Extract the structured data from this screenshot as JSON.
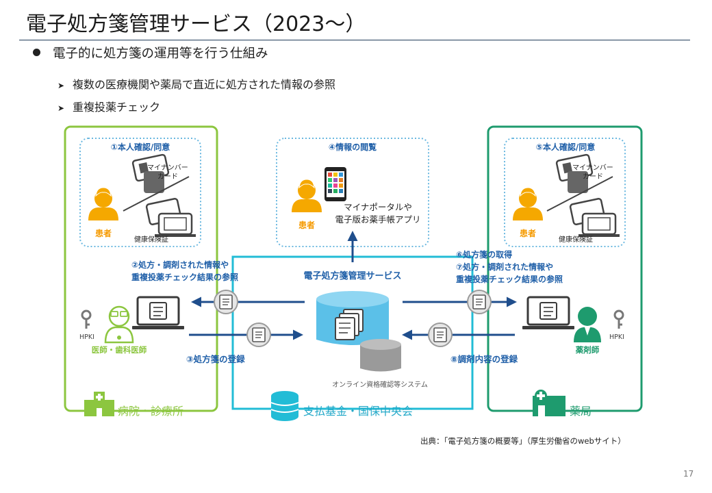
{
  "title": "電子処方箋管理サービス（2023～）",
  "bullets": {
    "main": "電子的に処方箋の運用等を行う仕組み",
    "subs": [
      "複数の医療機関や薬局で直近に処方された情報の参照",
      "重複投薬チェック"
    ]
  },
  "diagram": {
    "left_panel": {
      "step1": "①本人確認/同意",
      "patient": "患者",
      "mynumber_line1": "マイナンバー",
      "mynumber_line2": "カード",
      "insurance": "健康保険証",
      "hpki": "HPKI",
      "doctor": "医師・歯科医師",
      "facility": "病院・診療所"
    },
    "center_top": {
      "step4": "④情報の閲覧",
      "patient": "患者",
      "app_line1": "マイナポータルや",
      "app_line2": "電子版お薬手帳アプリ"
    },
    "right_panel": {
      "step5": "⑤本人確認/同意",
      "patient": "患者",
      "mynumber_line1": "マイナンバー",
      "mynumber_line2": "カード",
      "insurance": "健康保険証",
      "hpki": "HPKI",
      "pharmacist": "薬剤師",
      "facility": "薬局"
    },
    "center": {
      "service": "電子処方箋管理サービス",
      "online_system": "オンライン資格確認等システム",
      "fund": "支払基金・国保中央会"
    },
    "flows": {
      "step2_line1": "②処方・調剤された情報や",
      "step2_line2": "重複投薬チェック結果の参照",
      "step3": "③処方箋の登録",
      "step6": "⑥処方箋の取得",
      "step7_line1": "⑦処方・調剤された情報や",
      "step7_line2": "重複投薬チェック結果の参照",
      "step8": "⑧調剤内容の登録"
    }
  },
  "source": "出典：「電子処方箋の概要等」（厚生労働省のwebサイト）",
  "page_number": "17",
  "colors": {
    "hospital_green": "#8cc63f",
    "pharmacy_green": "#1e9b6e",
    "fund_cyan": "#22bcd6",
    "arrow_navy": "#1f4e8c",
    "label_blue": "#1f5fa8",
    "patient_orange": "#f5a800",
    "dotted_blue": "#6ab8e0"
  }
}
